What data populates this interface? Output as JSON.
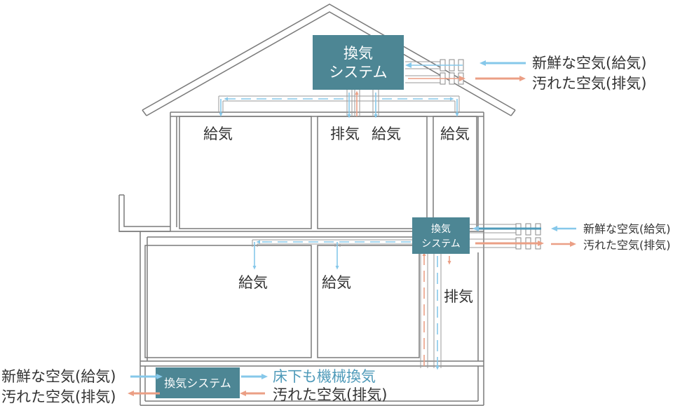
{
  "colors": {
    "system_box": "#4d8694",
    "fresh_air": "#86c8ea",
    "exhaust_air": "#eb9f85",
    "wall": "#7a7a7a",
    "text": "#333333",
    "floor_highlight": "#4f9ab9"
  },
  "systems": {
    "attic": {
      "line1": "換気",
      "line2": "システム"
    },
    "second_floor": {
      "line1": "換気",
      "line2": "システム"
    },
    "underfloor": {
      "label": "換気システム"
    }
  },
  "legend": {
    "attic": {
      "fresh": "新鮮な空気(給気)",
      "exhaust": "汚れた空気(排気)"
    },
    "second_floor": {
      "fresh": "新鮮な空気(給気)",
      "exhaust": "汚れた空気(排気)"
    },
    "underfloor": {
      "fresh": "新鮮な空気(給気)",
      "exhaust": "汚れた空気(排気)"
    }
  },
  "rooms": {
    "upper_left": "給気",
    "upper_mid_exhaust": "排気",
    "upper_mid_supply": "給気",
    "upper_right": "給気",
    "lower_left": "給気",
    "lower_mid": "給気",
    "stair_exhaust": "排気"
  },
  "underfloor_caption": "床下も機械換気"
}
